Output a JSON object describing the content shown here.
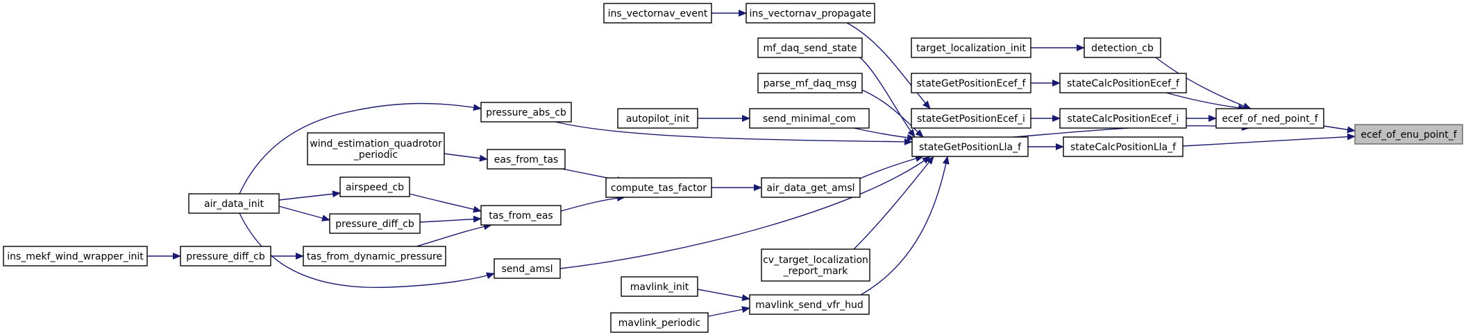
{
  "colors": {
    "edge": "#191970",
    "focus_fill": "#bfbfbf",
    "node_border": "#000000"
  },
  "nodes": {
    "n_focus": {
      "lines": [
        "ecef_of_enu_point_f"
      ]
    },
    "n_ned": {
      "lines": [
        "ecef_of_ned_point_f"
      ]
    },
    "n_scll": {
      "lines": [
        "stateCalcPositionLla_f"
      ]
    },
    "n_sglla": {
      "lines": [
        "stateGetPositionLla_f"
      ]
    },
    "n_det": {
      "lines": [
        "detection_cb"
      ]
    },
    "n_tli": {
      "lines": [
        "target_localization_init"
      ]
    },
    "n_scpe_f": {
      "lines": [
        "stateCalcPositionEcef_f"
      ]
    },
    "n_sgpe_f": {
      "lines": [
        "stateGetPositionEcef_f"
      ]
    },
    "n_scpe_i": {
      "lines": [
        "stateCalcPositionEcef_i"
      ]
    },
    "n_sgpe_i": {
      "lines": [
        "stateGetPositionEcef_i"
      ]
    },
    "n_ivp": {
      "lines": [
        "ins_vectornav_propagate"
      ]
    },
    "n_ive": {
      "lines": [
        "ins_vectornav_event"
      ]
    },
    "n_mfdss": {
      "lines": [
        "mf_daq_send_state"
      ]
    },
    "n_pmfdm": {
      "lines": [
        "parse_mf_daq_msg"
      ]
    },
    "n_smc": {
      "lines": [
        "send_minimal_com"
      ]
    },
    "n_api": {
      "lines": [
        "autopilot_init"
      ]
    },
    "n_adga": {
      "lines": [
        "air_data_get_amsl"
      ]
    },
    "n_ctf": {
      "lines": [
        "compute_tas_factor"
      ]
    },
    "n_eft": {
      "lines": [
        "eas_from_tas"
      ]
    },
    "n_weqp": {
      "lines": [
        "wind_estimation_quadrotor",
        "_periodic"
      ]
    },
    "n_tfe": {
      "lines": [
        "tas_from_eas"
      ]
    },
    "n_ascb": {
      "lines": [
        "airspeed_cb"
      ]
    },
    "n_pdcb1": {
      "lines": [
        "pressure_diff_cb"
      ]
    },
    "n_tfdp": {
      "lines": [
        "tas_from_dynamic_pressure"
      ]
    },
    "n_pdcb2": {
      "lines": [
        "pressure_diff_cb"
      ]
    },
    "n_imwwi": {
      "lines": [
        "ins_mekf_wind_wrapper_init"
      ]
    },
    "n_adi": {
      "lines": [
        "air_data_init"
      ]
    },
    "n_pacb": {
      "lines": [
        "pressure_abs_cb"
      ]
    },
    "n_sa": {
      "lines": [
        "send_amsl"
      ]
    },
    "n_ctlrm": {
      "lines": [
        "cv_target_localization",
        "_report_mark"
      ]
    },
    "n_msvh": {
      "lines": [
        "mavlink_send_vfr_hud"
      ]
    },
    "n_mi": {
      "lines": [
        "mavlink_init"
      ]
    },
    "n_mp": {
      "lines": [
        "mavlink_periodic"
      ]
    }
  }
}
